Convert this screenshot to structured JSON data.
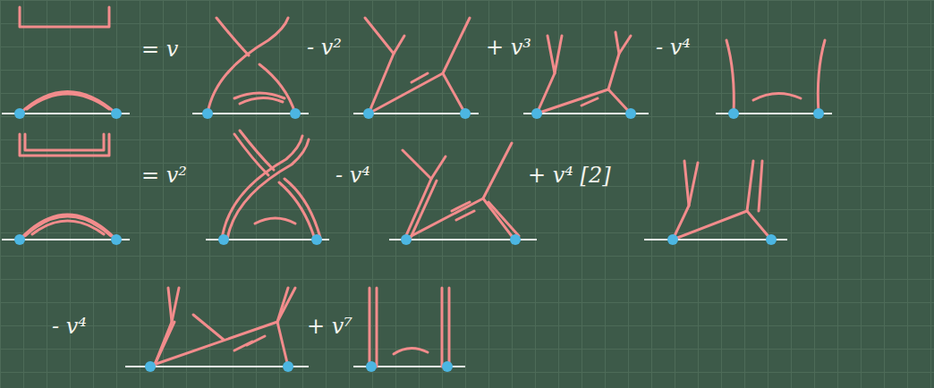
{
  "diagram": {
    "labels": [
      "= v",
      "- v²",
      "+ v³",
      "- v⁴",
      "= v²",
      "- v⁴",
      "+ v⁴ [2]",
      "- v⁴",
      "+ v⁷"
    ]
  }
}
